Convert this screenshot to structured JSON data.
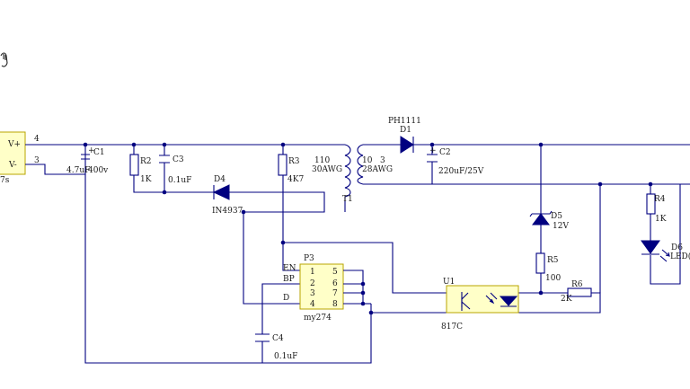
{
  "schematic": {
    "connector_in": {
      "pin1": "V+",
      "pin2": "V-",
      "net1": "4",
      "net2": "3",
      "partial_label": "7s"
    },
    "components": [
      {
        "ref": "C1",
        "value_left": "4.7uF",
        "value_right": "400v"
      },
      {
        "ref": "R2",
        "value": "1K"
      },
      {
        "ref": "C3",
        "value": "0.1uF"
      },
      {
        "ref": "D4",
        "value": "IN4937"
      },
      {
        "ref": "R3",
        "value": "4K7"
      },
      {
        "ref": "T1",
        "primary_turns": "110",
        "primary_wire": "30AWG",
        "sec_turns_a": "10",
        "sec_turns_b": "3",
        "secondary_wire": "28AWG"
      },
      {
        "ref": "D1",
        "value": "PH1111"
      },
      {
        "ref": "C2",
        "value": "220uF/25V"
      },
      {
        "ref": "D5",
        "value": "12V"
      },
      {
        "ref": "R5",
        "value": "100"
      },
      {
        "ref": "R6",
        "value": "2K"
      },
      {
        "ref": "R4",
        "value": "1K"
      },
      {
        "ref": "D6",
        "value": "LED("
      },
      {
        "ref": "U1",
        "value": "817C"
      },
      {
        "ref": "C4",
        "value": "0.1uF"
      }
    ],
    "ic": {
      "ref": "P3",
      "part": "my274",
      "left_pins": [
        {
          "num": "1",
          "name": "EN"
        },
        {
          "num": "2",
          "name": "BP"
        },
        {
          "num": "3",
          "name": "D"
        },
        {
          "num": "4",
          "name": ""
        }
      ],
      "right_pins": [
        "5",
        "6",
        "7",
        "8"
      ]
    },
    "cursor": "hand-cursor"
  }
}
